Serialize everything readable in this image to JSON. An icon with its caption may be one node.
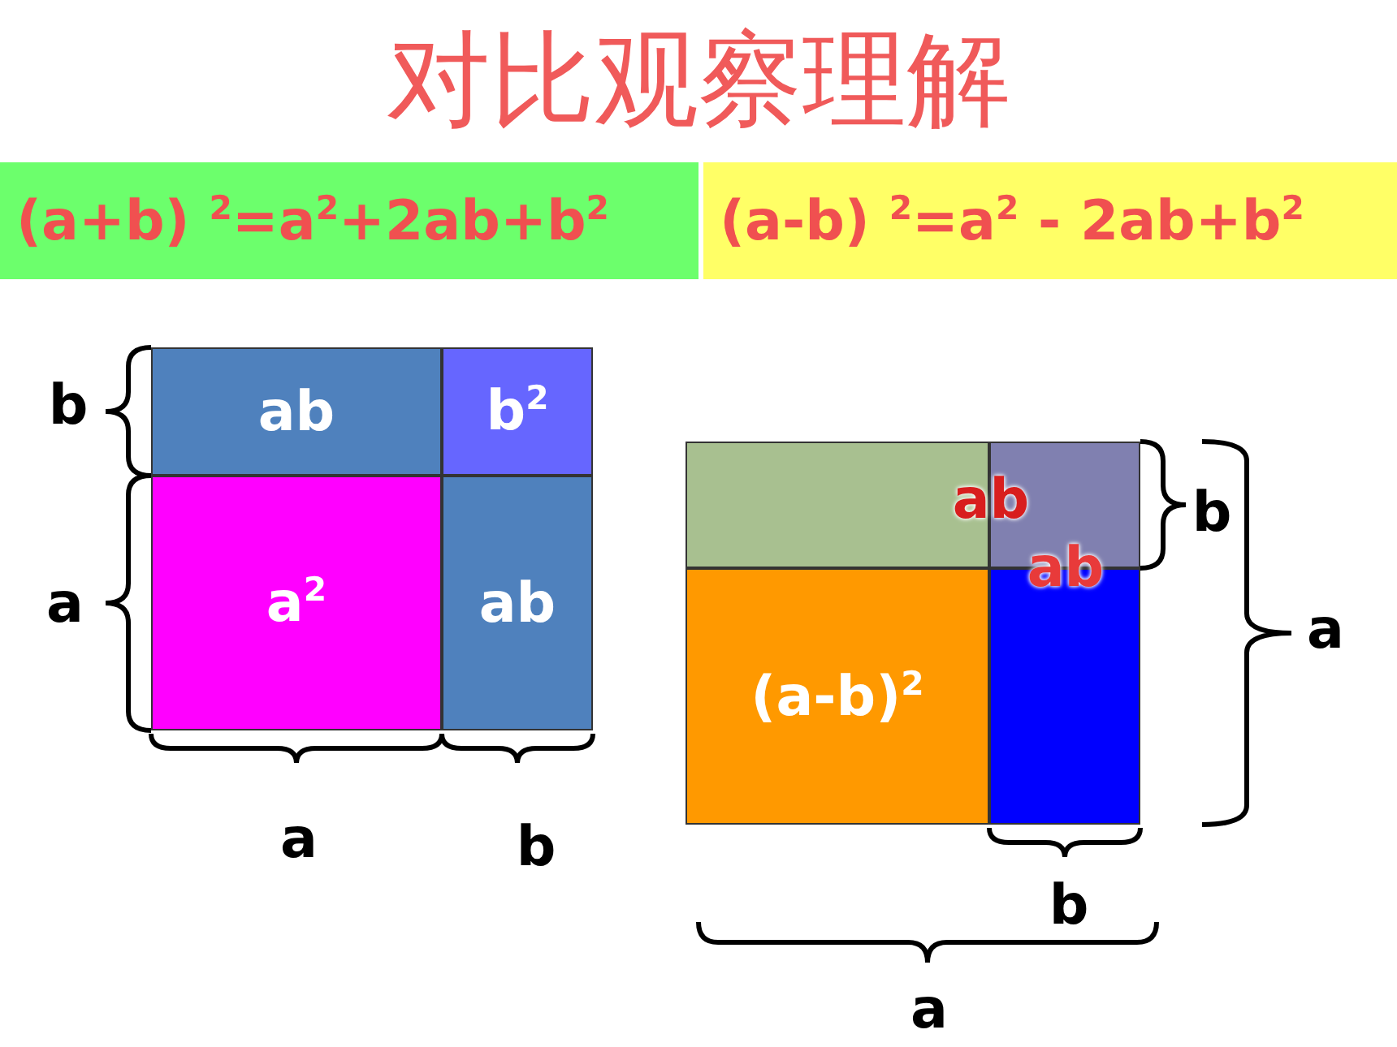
{
  "diagram": {
    "title": "对比观察理解",
    "nodes": [
      {
        "text": [
          "(a+b) $^{2}$=a$^{2}$+2ab+b$^{2}$"
        ]
      },
      {
        "text": [
          "(a-b) $^{2}$=a$^{2}$ - 2ab+b$^{2}$"
        ]
      },
      {
        "text": [
          "ab"
        ]
      },
      {
        "text": [
          "b$^{2}$"
        ]
      },
      {
        "text": [
          "a$^{2}$"
        ]
      },
      {
        "text": [
          "ab"
        ]
      },
      {
        "text": [],
        "shape": "box"
      },
      {
        "text": [],
        "shape": "box"
      },
      {
        "text": [
          "(a-b)$^{2}$"
        ]
      },
      {
        "text": [],
        "shape": "box"
      }
    ],
    "labels": [
      "b",
      "a",
      "a",
      "b",
      "ab",
      "b",
      "ab",
      "a",
      "b",
      "a"
    ]
  }
}
